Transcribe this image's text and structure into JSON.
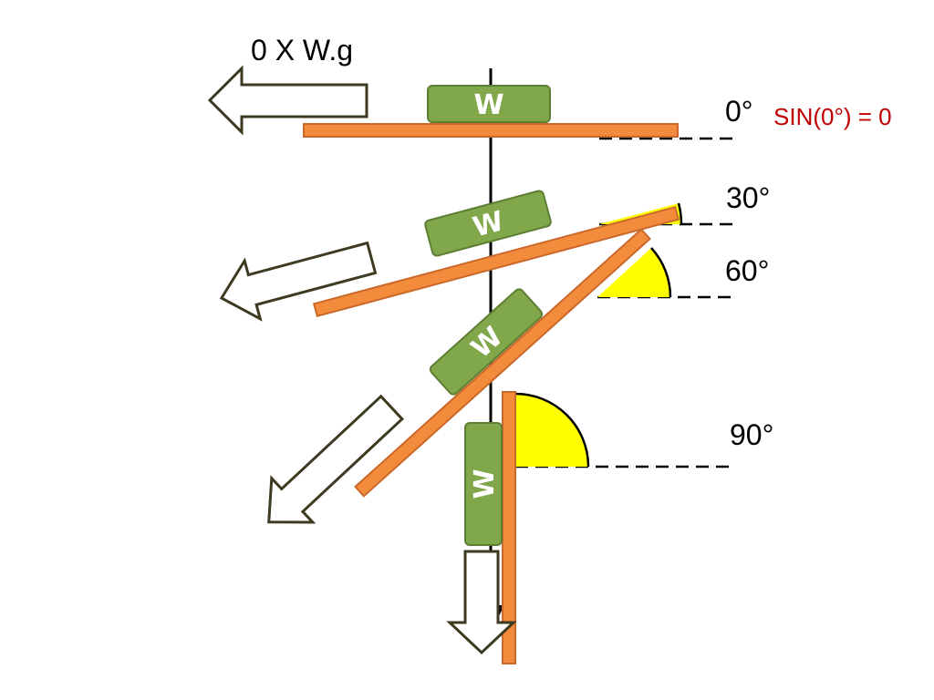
{
  "force_label": "0 X W.g",
  "equation": "SIN(0°) = 0",
  "weight_label": "W",
  "angles": [
    {
      "label": "0°"
    },
    {
      "label": "30°"
    },
    {
      "label": "60°"
    },
    {
      "label": "90°"
    }
  ],
  "colors": {
    "plank": "#f28c3c",
    "plank_edge": "#c9682a",
    "weight": "#80a74a",
    "weight_edge": "#5e7f33",
    "arc": "#ffff00",
    "arrow_edge": "#3e3a21",
    "equation": "#c00000"
  }
}
